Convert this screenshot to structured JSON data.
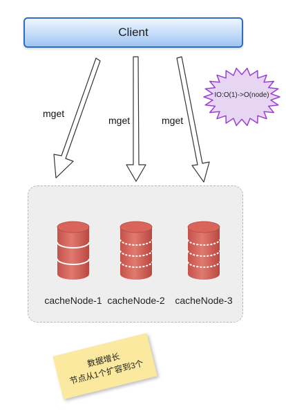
{
  "client": {
    "label": "Client"
  },
  "requests": [
    {
      "label": "mget"
    },
    {
      "label": "mget"
    },
    {
      "label": "mget"
    }
  ],
  "io_note": {
    "text": "IO:O(1)->O(node)"
  },
  "nodes": [
    {
      "label": "cacheNode-1"
    },
    {
      "label": "cacheNode-2"
    },
    {
      "label": "cacheNode-3"
    }
  ],
  "note": {
    "line1": "数据增长",
    "line2": "节点从1个扩容到3个"
  },
  "colors": {
    "client_border": "#2f6cc0",
    "database": "#d9645a",
    "database_stripe": "#ffffff",
    "cluster_bg": "#eeeeee",
    "burst_fill": "#e6d6f4",
    "burst_stroke": "#9a3fd0",
    "sticky": "#fbe9a0"
  }
}
